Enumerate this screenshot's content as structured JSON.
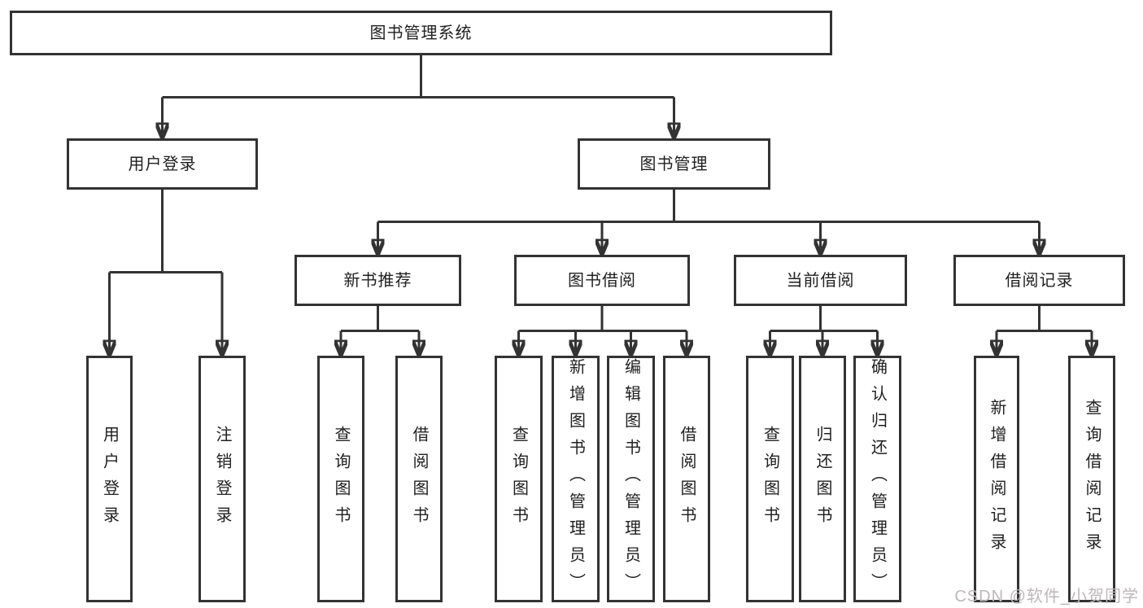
{
  "tree": {
    "label": "图书管理系统",
    "children": [
      {
        "label": "用户登录",
        "children": [
          {
            "label": "用户登录"
          },
          {
            "label": "注销登录"
          }
        ]
      },
      {
        "label": "图书管理",
        "children": [
          {
            "label": "新书推荐",
            "children": [
              {
                "label": "查询图书"
              },
              {
                "label": "借阅图书"
              }
            ]
          },
          {
            "label": "图书借阅",
            "children": [
              {
                "label": "查询图书"
              },
              {
                "label": "新增图书（管理员）"
              },
              {
                "label": "编辑图书（管理员）"
              },
              {
                "label": "借阅图书"
              }
            ]
          },
          {
            "label": "当前借阅",
            "children": [
              {
                "label": "查询图书"
              },
              {
                "label": "归还图书"
              },
              {
                "label": "确认归还（管理员）"
              }
            ]
          },
          {
            "label": "借阅记录",
            "children": [
              {
                "label": "新增借阅记录"
              },
              {
                "label": "查询借阅记录"
              }
            ]
          }
        ]
      }
    ]
  },
  "watermark": {
    "text": "CSDN @软件_小贺同学"
  },
  "colors": {
    "line": "#333333",
    "text": "#1f1f1f",
    "watermark": "#bdb7ba",
    "background": "#ffffff"
  }
}
